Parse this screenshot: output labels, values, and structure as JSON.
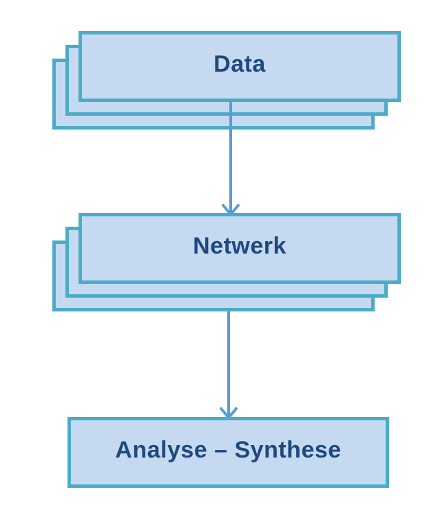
{
  "diagram": {
    "title": "data-network-analysis-flow",
    "colors": {
      "box_fill": "#C5D9F1",
      "box_border": "#4BACC6",
      "text_color": "#1F497D",
      "arrow_color": "#5B9BD5",
      "bg": "#FFFFFF"
    },
    "nodes": [
      {
        "id": "data",
        "label": "Data",
        "type": "stacked-3"
      },
      {
        "id": "netwerk",
        "label": "Netwerk",
        "type": "stacked-3"
      },
      {
        "id": "analyse",
        "label": "Analyse – Synthese",
        "type": "single"
      }
    ],
    "connections": [
      {
        "from": "data",
        "to": "netwerk",
        "style": "arrow-down"
      },
      {
        "from": "netwerk",
        "to": "analyse",
        "style": "arrow-down"
      }
    ]
  }
}
